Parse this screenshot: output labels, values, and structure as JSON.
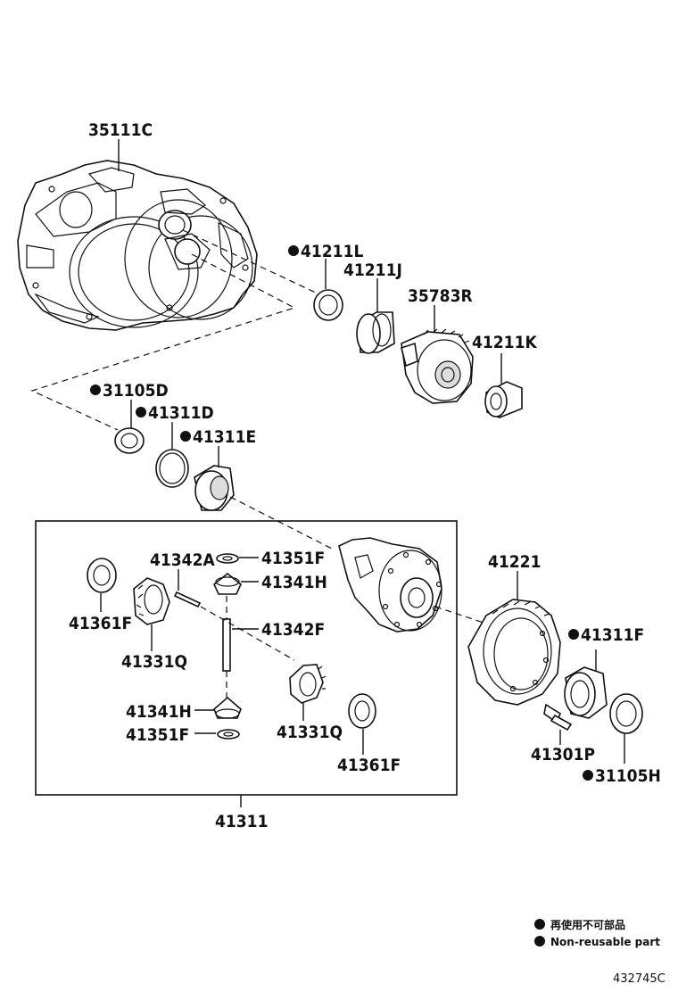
{
  "parts": {
    "p35111C": "35111C",
    "p41211L": "41211L",
    "p41211J": "41211J",
    "p35783R": "35783R",
    "p41211K": "41211K",
    "p31105D": "31105D",
    "p41311D": "41311D",
    "p41311E": "41311E",
    "p41342A": "41342A",
    "p41351F_top": "41351F",
    "p41341H_top": "41341H",
    "p41342F": "41342F",
    "p41361F_left": "41361F",
    "p41331Q_left": "41331Q",
    "p41341H_bottom": "41341H",
    "p41351F_bottom": "41351F",
    "p41331Q_right": "41331Q",
    "p41361F_right": "41361F",
    "p41311": "41311",
    "p41221": "41221",
    "p41311F": "41311F",
    "p41301P": "41301P",
    "p31105H": "31105H"
  },
  "legend": {
    "line_japanese": "再使用不可部品",
    "line_english": "Non-reusable part"
  },
  "figure_id": "432745C"
}
